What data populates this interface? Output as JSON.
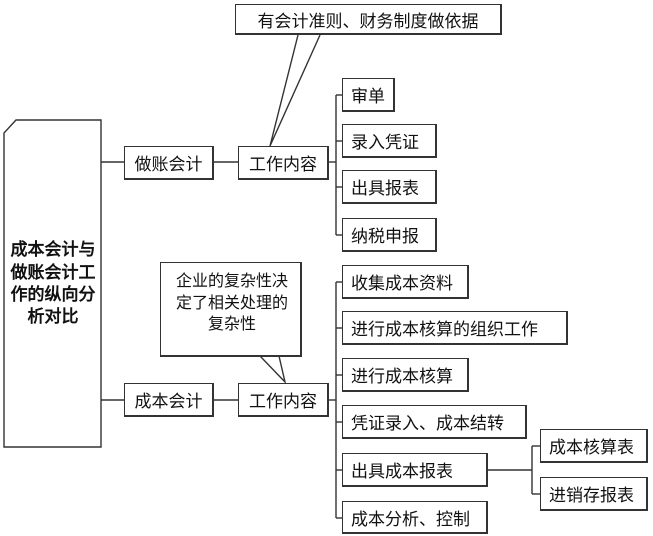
{
  "root": {
    "label": "成本会计与做账会计工作的纵向分析对比"
  },
  "branches": [
    {
      "label": "做账会计",
      "work_label": "工作内容",
      "note": "有会计准则、财务制度做依据",
      "items": [
        {
          "label": "审单"
        },
        {
          "label": "录入凭证"
        },
        {
          "label": "出具报表"
        },
        {
          "label": "纳税申报"
        }
      ]
    },
    {
      "label": "成本会计",
      "work_label": "工作内容",
      "note": "企业的复杂性决定了相关处理的复杂性",
      "items": [
        {
          "label": "收集成本资料"
        },
        {
          "label": "进行成本核算的组织工作"
        },
        {
          "label": "进行成本核算"
        },
        {
          "label": "凭证录入、成本结转"
        },
        {
          "label": "出具成本报表",
          "children": [
            {
              "label": "成本核算表"
            },
            {
              "label": "进销存报表"
            }
          ]
        },
        {
          "label": "成本分析、控制"
        }
      ]
    }
  ]
}
